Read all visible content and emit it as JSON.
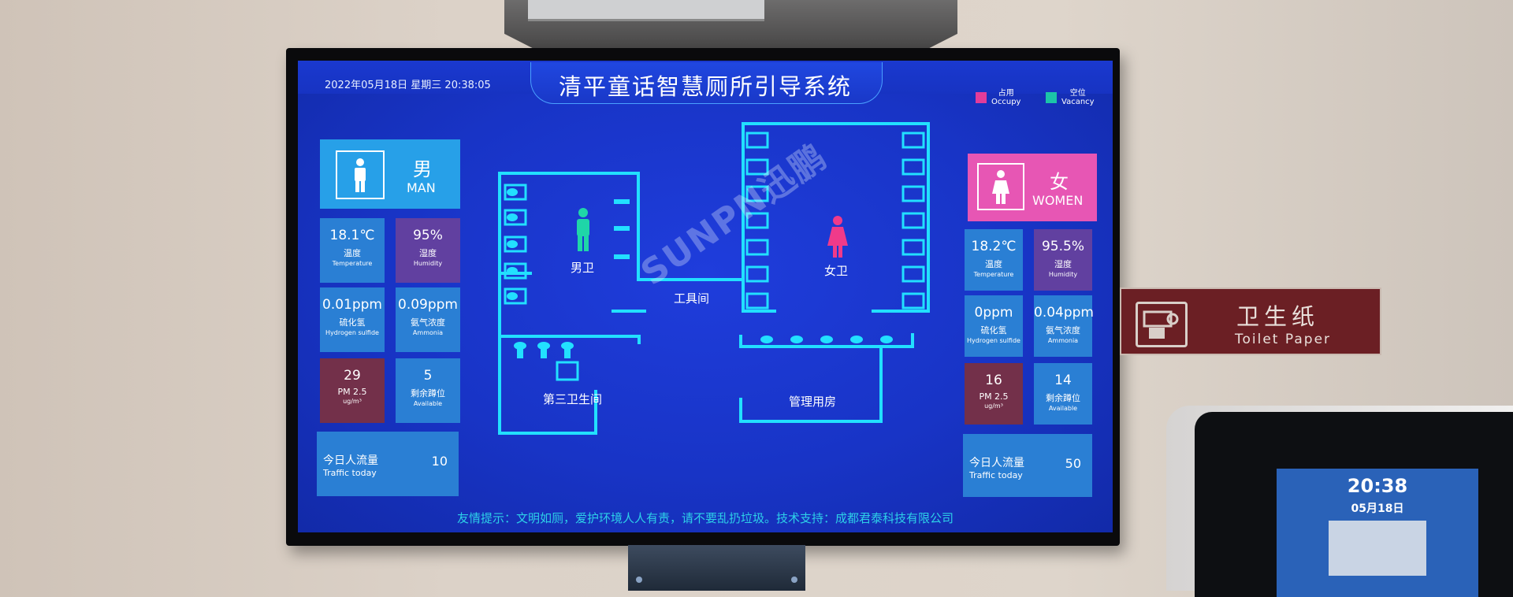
{
  "header": {
    "datetime": "2022年05月18日  星期三   20:38:05",
    "title": "清平童话智慧厕所引导系统",
    "legend": [
      {
        "cn": "占用",
        "en": "Occupy",
        "color": "#e23c9a"
      },
      {
        "cn": "空位",
        "en": "Vacancy",
        "color": "#1cc4a8"
      }
    ]
  },
  "men": {
    "cn": "男",
    "en": "MAN",
    "icon": "male-person-icon",
    "temperature": {
      "value": "18.1℃",
      "cn": "温度",
      "en": "Temperature"
    },
    "humidity": {
      "value": "95%",
      "cn": "湿度",
      "en": "Humidity"
    },
    "h2s": {
      "value": "0.01ppm",
      "cn": "硫化氢",
      "en": "Hydrogen sulfide"
    },
    "ammonia": {
      "value": "0.09ppm",
      "cn": "氨气浓度",
      "en": "Ammonia"
    },
    "pm25": {
      "value": "29",
      "cn": "PM 2.5",
      "en": "ug/m³"
    },
    "available": {
      "value": "5",
      "cn": "剩余蹲位",
      "en": "Available"
    },
    "traffic": {
      "cn": "今日人流量",
      "en": "Traffic today",
      "value": "10"
    }
  },
  "women": {
    "cn": "女",
    "en": "WOMEN",
    "icon": "female-person-icon",
    "temperature": {
      "value": "18.2℃",
      "cn": "温度",
      "en": "Temperature"
    },
    "humidity": {
      "value": "95.5%",
      "cn": "湿度",
      "en": "Humidity"
    },
    "h2s": {
      "value": "0ppm",
      "cn": "硫化氢",
      "en": "Hydrogen sulfide"
    },
    "ammonia": {
      "value": "0.04ppm",
      "cn": "氨气浓度",
      "en": "Ammonia"
    },
    "pm25": {
      "value": "16",
      "cn": "PM 2.5",
      "en": "ug/m³"
    },
    "available": {
      "value": "14",
      "cn": "剩余蹲位",
      "en": "Available"
    },
    "traffic": {
      "cn": "今日人流量",
      "en": "Traffic today",
      "value": "50"
    }
  },
  "map": {
    "men_room": "男卫",
    "women_room": "女卫",
    "tool_room": "工具间",
    "third_restroom": "第三卫生间",
    "management_room": "管理用房"
  },
  "watermark": "SUNPN迅鹏",
  "footer": "友情提示：文明如厕，爱护环境人人有责，请不要乱扔垃圾。技术支持：成都君泰科技有限公司",
  "wall_sign": {
    "cn": "卫生纸",
    "en": "Toilet Paper",
    "icon": "toilet-paper-icon"
  },
  "kiosk": {
    "time": "20:38",
    "date": "05月18日"
  },
  "colors": {
    "screen": "#1a38d0",
    "vacancy": "#1cc4a8",
    "occupy": "#e23c9a",
    "cyan_line": "#22e0ff",
    "card_blue": "#2a7fd4",
    "card_purple": "#6140a0",
    "card_maroon": "#73304a"
  }
}
